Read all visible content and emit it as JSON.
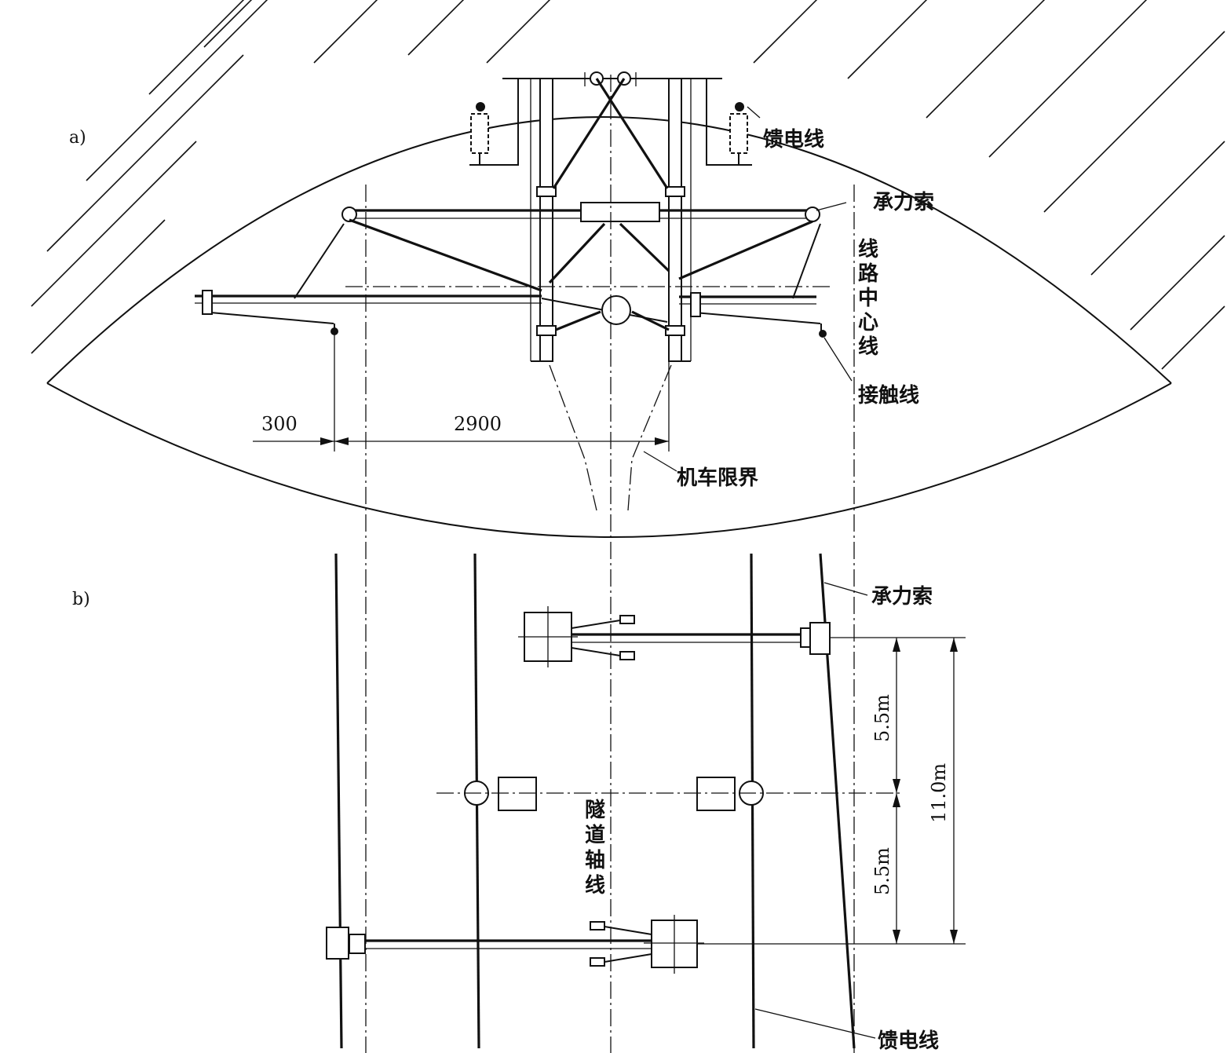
{
  "panels": {
    "a": "a)",
    "b": "b)"
  },
  "labels": {
    "feeder_top": "馈电线",
    "messenger_top": "承力索",
    "line_center_chars": [
      "线",
      "路",
      "中",
      "心",
      "线"
    ],
    "contact_wire": "接触线",
    "loco_gauge": "机车限界",
    "messenger_bottom": "承力索",
    "tunnel_axis_chars": [
      "隧",
      "道",
      "轴",
      "线"
    ],
    "feeder_bottom": "馈电线"
  },
  "dimensions": {
    "d300": "300",
    "d2900": "2900",
    "d55a": "5.5m",
    "d55b": "5.5m",
    "d110": "11.0m"
  }
}
